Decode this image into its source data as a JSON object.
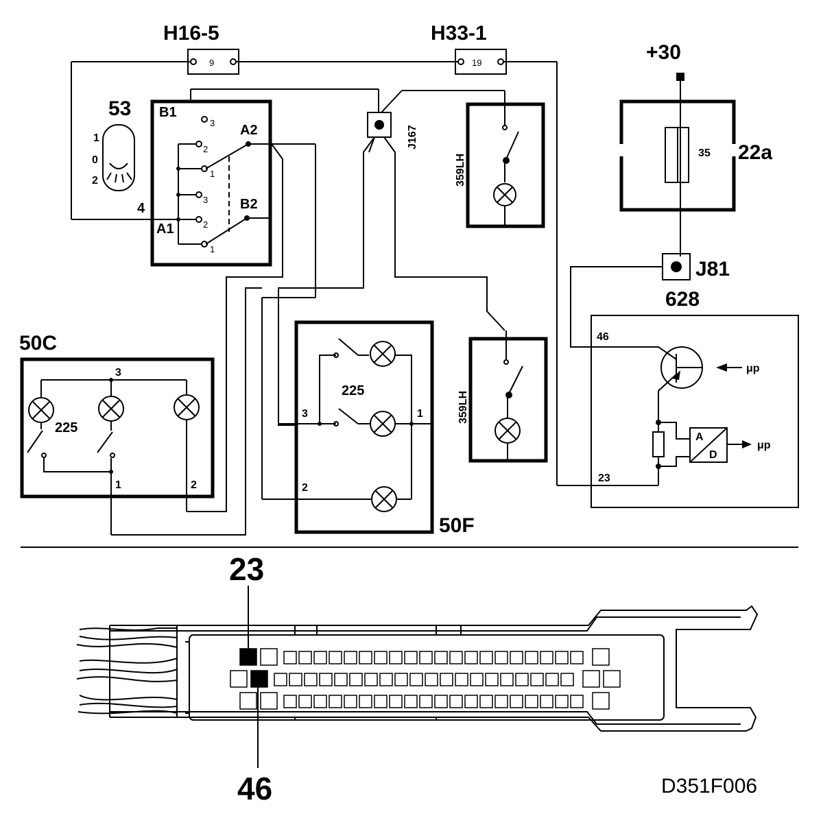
{
  "components": {
    "c53": "53",
    "c50c": "50C",
    "c50f": "50F",
    "c22a": "22a",
    "c628": "628",
    "c359a": "359LH",
    "c359b": "359LH"
  },
  "connectors": {
    "h16": "H16-5",
    "h16_pin": "9",
    "h33": "H33-1",
    "h33_pin": "19",
    "j167": "J167",
    "j81": "J81",
    "plus30": "+30"
  },
  "switch53": {
    "b1": "B1",
    "a2": "A2",
    "a1": "A1",
    "b2": "B2",
    "pin4": "4",
    "pos": [
      "1",
      "0",
      "2"
    ],
    "contacts": [
      "3",
      "2",
      "1",
      "3",
      "2",
      "1"
    ]
  },
  "fuse": {
    "value": "35"
  },
  "lamps": {
    "p225_c": "225",
    "p225_f": "225"
  },
  "pins50c": {
    "p3": "3",
    "p1": "1",
    "p2": "2"
  },
  "pins50f": {
    "p3": "3",
    "p1": "1",
    "p2": "2"
  },
  "ecu": {
    "pin46": "46",
    "pin23": "23",
    "ad_a": "A",
    "ad_d": "D",
    "mp1": "μp",
    "mp2": "μp"
  },
  "plug": {
    "label_top": "23",
    "label_bottom": "46"
  },
  "drawing_code": "D351F006"
}
